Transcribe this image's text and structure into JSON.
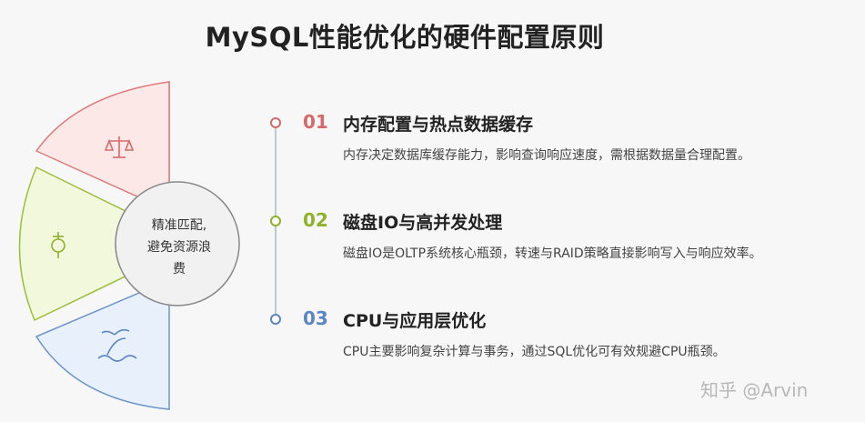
{
  "title": "MySQL性能优化的硬件配置原则",
  "center": {
    "lines": [
      "精准匹配,",
      "避免资源浪",
      "费"
    ]
  },
  "segments": [
    {
      "icon": "scale-icon",
      "fill": "#fde8e8",
      "stroke": "#e07a7a"
    },
    {
      "icon": "cable-icon",
      "fill": "#f1f8dc",
      "stroke": "#9bbd3a"
    },
    {
      "icon": "island-icon",
      "fill": "#e8f1fb",
      "stroke": "#6e95c9"
    }
  ],
  "items": [
    {
      "number": "01",
      "heading": "内存配置与热点数据缓存",
      "description": "内存决定数据库缓存能力，影响查询响应速度，需根据数据量合理配置。",
      "color": "#d56a6a"
    },
    {
      "number": "02",
      "heading": "磁盘IO与高并发处理",
      "description": "磁盘IO是OLTP系统核心瓶颈，转速与RAID策略直接影响写入与响应效率。",
      "color": "#8fb12c"
    },
    {
      "number": "03",
      "heading": "CPU与应用层优化",
      "description": "CPU主要影响复杂计算与事务，通过SQL优化可有效规避CPU瓶颈。",
      "color": "#5c86c2"
    }
  ],
  "watermark": "知乎 @Arvin"
}
